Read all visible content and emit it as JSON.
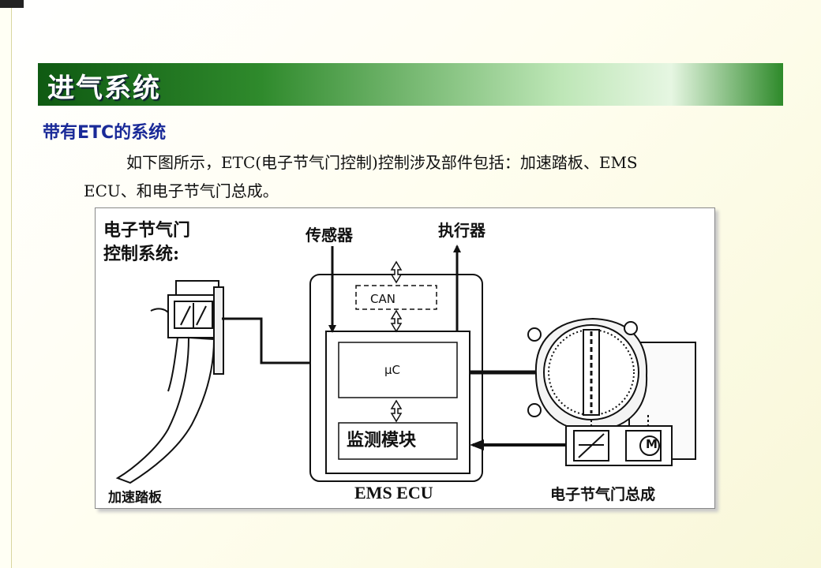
{
  "header": {
    "title": "进气系统"
  },
  "section": {
    "subtitle": "带有ETC的系统"
  },
  "body": {
    "line1": "如下图所示，ETC(电子节气门控制)控制涉及部件包括：加速踏板、EMS",
    "line2": "ECU、和电子节气门总成。"
  },
  "figure": {
    "title_line1": "电子节气门",
    "title_line2": "控制系统:",
    "sensor_label": "传感器",
    "actuator_label": "执行器",
    "can_label": "CAN",
    "uc_label": "μC",
    "monitor_label": "监测模块",
    "pedal_label": "加速踏板",
    "ecu_label": "EMS ECU",
    "throttle_label": "电子节气门总成",
    "motor_label": "M"
  },
  "colors": {
    "title_bar": "#2f8a2c",
    "subtitle": "#1a2a98"
  },
  "icons": [
    "pedal-sensor-icon",
    "throttle-valve-icon",
    "motor-icon",
    "position-sensor-icon"
  ]
}
